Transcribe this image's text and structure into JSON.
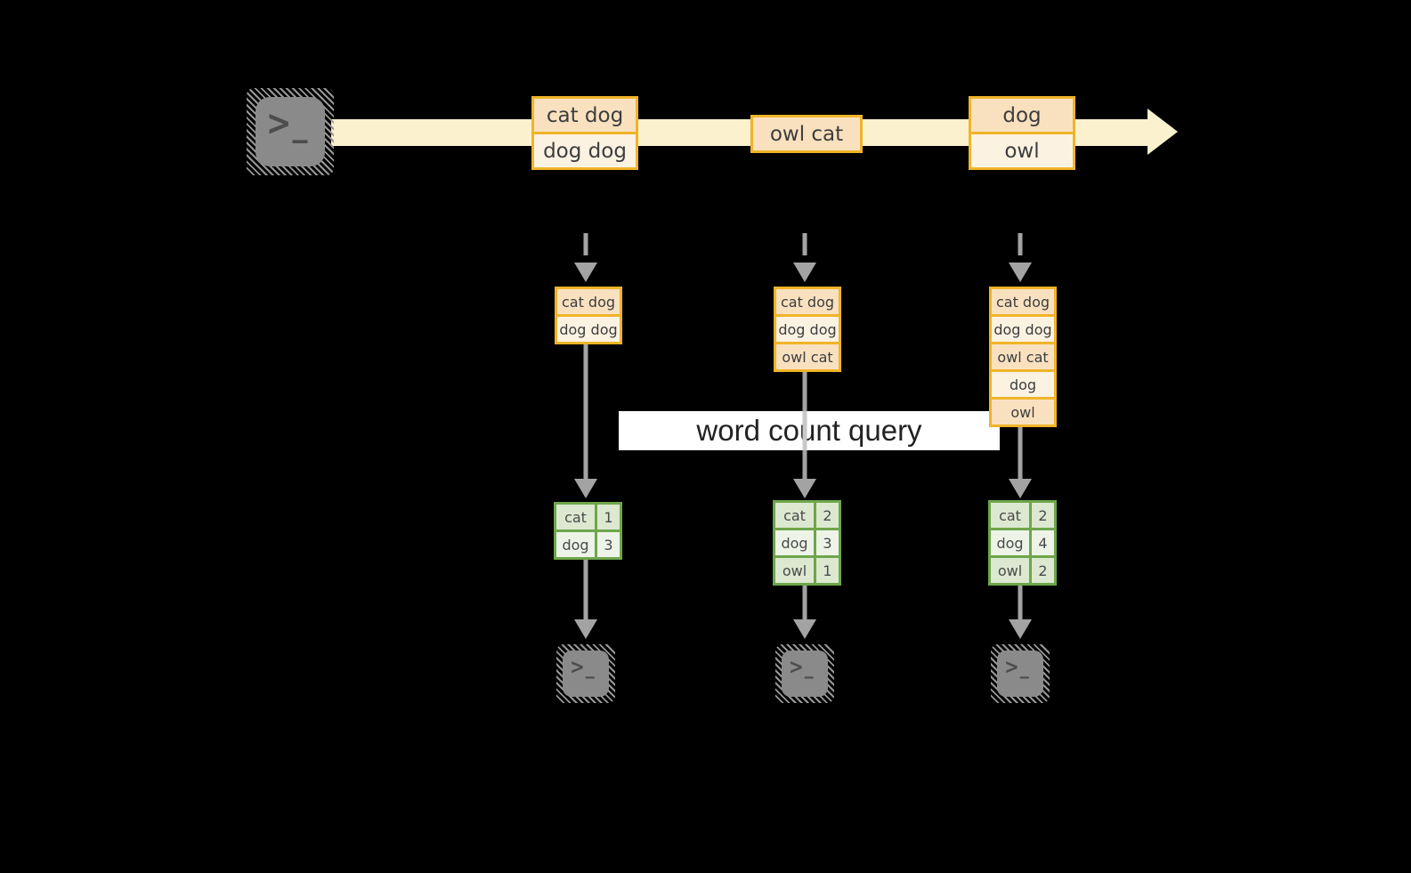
{
  "query_label": {
    "text": "word count query"
  },
  "stream": {
    "batches": [
      {
        "rows": [
          "cat dog",
          "dog dog"
        ]
      },
      {
        "rows": [
          "owl cat"
        ]
      },
      {
        "rows": [
          "dog",
          "owl"
        ]
      }
    ]
  },
  "columns": [
    {
      "accumulated": [
        "cat dog",
        "dog dog"
      ],
      "counts": [
        {
          "word": "cat",
          "value": "1"
        },
        {
          "word": "dog",
          "value": "3"
        }
      ]
    },
    {
      "accumulated": [
        "cat dog",
        "dog dog",
        "owl cat"
      ],
      "counts": [
        {
          "word": "cat",
          "value": "2"
        },
        {
          "word": "dog",
          "value": "3"
        },
        {
          "word": "owl",
          "value": "1"
        }
      ]
    },
    {
      "accumulated": [
        "cat dog",
        "dog dog",
        "owl cat",
        "dog",
        "owl"
      ],
      "counts": [
        {
          "word": "cat",
          "value": "2"
        },
        {
          "word": "dog",
          "value": "4"
        },
        {
          "word": "owl",
          "value": "2"
        }
      ]
    }
  ],
  "icons": {
    "source": "terminal-icon",
    "prompt_glyph": ">_"
  },
  "colors": {
    "background": "#000000",
    "stream_band": "#fbf1ce",
    "box_border": "#f0b428",
    "box_fill_peach": "#f9e1c0",
    "box_fill_cream": "#fcf2e2",
    "table_border": "#6ea64b",
    "table_fill_dark": "#dce8d0",
    "table_fill_light": "#eef3e8",
    "arrow_grey": "#a3a3a3",
    "terminal_grey": "#8a8a8a",
    "query_band_bg": "#ffffff"
  }
}
